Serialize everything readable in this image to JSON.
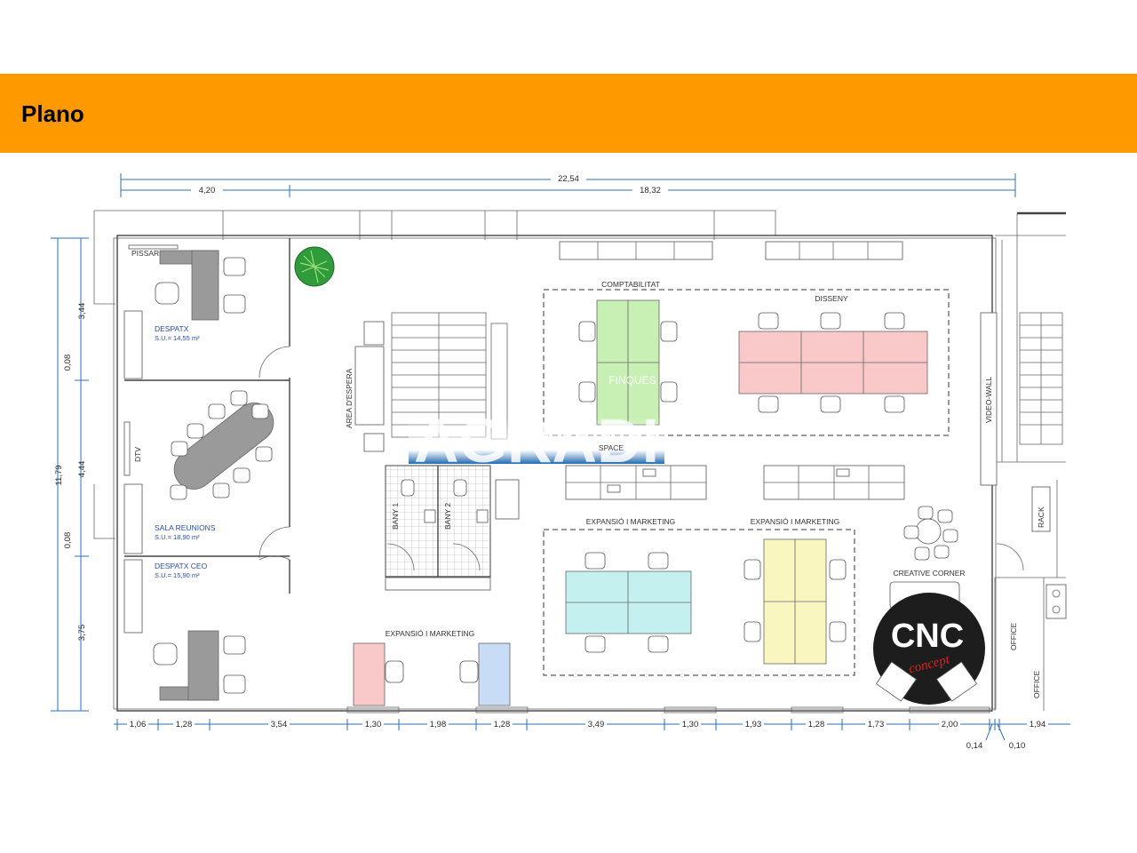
{
  "header": {
    "title": "Plano",
    "banner_color": "#ff9900"
  },
  "plan": {
    "overall_dims": {
      "total": "22,54",
      "left": "4,20",
      "right": "18,32"
    },
    "left_dims": [
      "11,79",
      "3,44",
      "0,08",
      "4,44",
      "0,08",
      "3,75"
    ],
    "bottom_dims": [
      "1,06",
      "1,28",
      "3,54",
      "1,30",
      "1,98",
      "1,28",
      "3,49",
      "1,30",
      "1,93",
      "1,28",
      "1,73",
      "2,00",
      "1,94"
    ],
    "bottom_small_dims": [
      "0,14",
      "0,10"
    ],
    "rooms": {
      "pissarra": "PISSARRA",
      "despatx": {
        "name": "DESPATX",
        "area": "S.U.= 14,55 m²"
      },
      "dtv": "DTV",
      "sala": {
        "name": "SALA REUNIONS",
        "area": "S.U.= 18,90 m²"
      },
      "ceo": {
        "name": "DESPATX CEO",
        "area": "S.U.= 15,90 m²"
      },
      "area_espera": "AREA D'ESPERA",
      "bany1": "BANY 1",
      "bany2": "BANY 2",
      "comptabilitat": "COMPTABILITAT",
      "disseny": "DISSENY",
      "space": "SPACE",
      "expansio_1": "EXPANSIÓ I MARKETING",
      "expansio_2": "EXPANSIÓ I MARKETING",
      "expansio_3": "EXPANSIÓ I MARKETING",
      "creative": "CREATIVE CORNER",
      "videowall": "VIDEO-WALL",
      "rack": "RACK",
      "office_1": "OFFICE",
      "office_2": "OFFICE"
    },
    "watermark": {
      "brand": "AGRADI",
      "sub": "FINQUES"
    },
    "logo": {
      "main": "CNC",
      "sub": "concept"
    },
    "colors": {
      "comptabilitat": "#c8f0b4",
      "disseny": "#f9c8c8",
      "expansio_cyan": "#c4f0f0",
      "expansio_yellow": "#f9f6c0",
      "desk_pink": "#f9c8c8",
      "desk_blue": "#c8dcf5",
      "grey_desk": "#9a9a9a",
      "dim_line": "#2e6fb4"
    }
  }
}
